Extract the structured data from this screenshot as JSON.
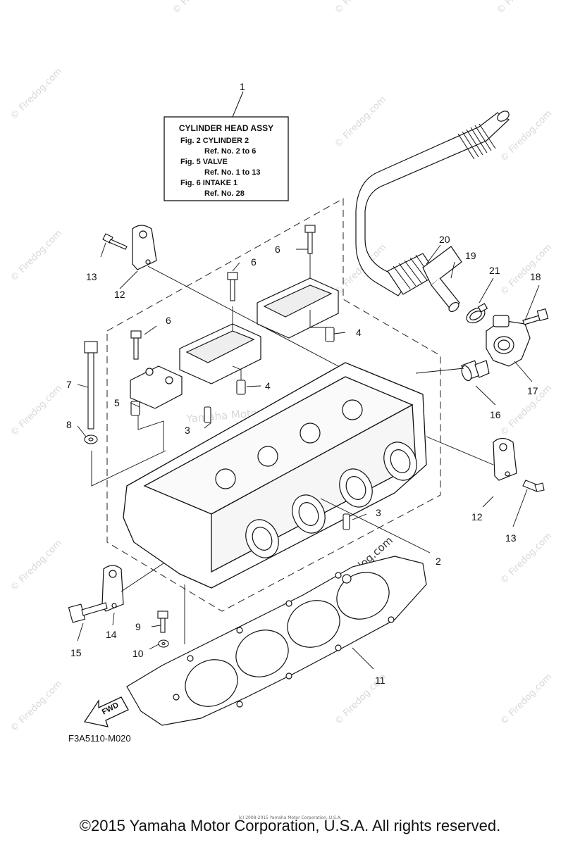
{
  "reference_box": {
    "title": "CYLINDER HEAD ASSY",
    "lines": [
      "Fig.  2 CYLINDER 2",
      "Ref. No. 2 to 6",
      "Fig.  5 VALVE",
      "Ref. No. 1 to 13",
      "Fig.  6 INTAKE 1",
      "Ref. No. 28"
    ]
  },
  "callouts": [
    "1",
    "2",
    "3",
    "3",
    "4",
    "4",
    "5",
    "6",
    "6",
    "6",
    "7",
    "8",
    "9",
    "10",
    "11",
    "12",
    "12",
    "13",
    "13",
    "14",
    "15",
    "16",
    "17",
    "18",
    "19",
    "20",
    "21"
  ],
  "fwd_label": "FWD",
  "figure_code": "F3A5110-M020",
  "copyright": "©2015 Yamaha Motor Corporation, U.S.A. All rights reserved.",
  "tiny_copyright": "(c) 2008-2015 Yamaha Motor Corporation, U.S.A.",
  "watermarks": [
    "© Firedog.com",
    "Yamaha Motor Corporation",
    "Firedog.com"
  ]
}
